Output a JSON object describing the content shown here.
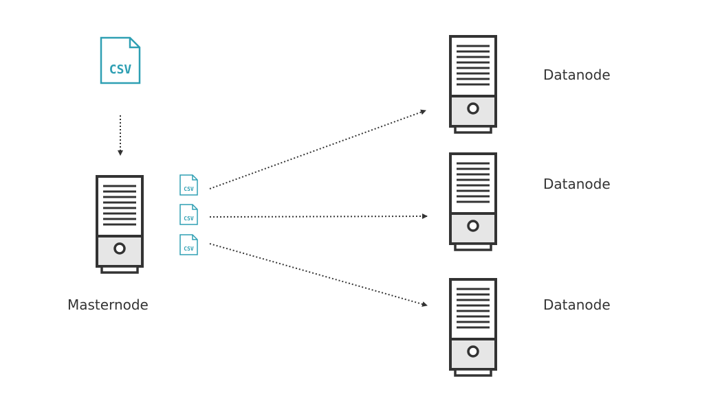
{
  "source_file": {
    "icon": "csv-file-icon",
    "label": "CSV",
    "color": "#2e9fb3"
  },
  "masternode": {
    "label": "Masternode",
    "icon": "server-icon"
  },
  "chunks": [
    {
      "label": "CSV",
      "icon": "csv-file-icon"
    },
    {
      "label": "CSV",
      "icon": "csv-file-icon"
    },
    {
      "label": "CSV",
      "icon": "csv-file-icon"
    }
  ],
  "datanodes": [
    {
      "label": "Datanode",
      "icon": "server-icon"
    },
    {
      "label": "Datanode",
      "icon": "server-icon"
    },
    {
      "label": "Datanode",
      "icon": "server-icon"
    }
  ],
  "colors": {
    "server_stroke": "#333333",
    "server_base": "#e6e6e6",
    "file_accent": "#2e9fb3",
    "arrow": "#333333"
  }
}
